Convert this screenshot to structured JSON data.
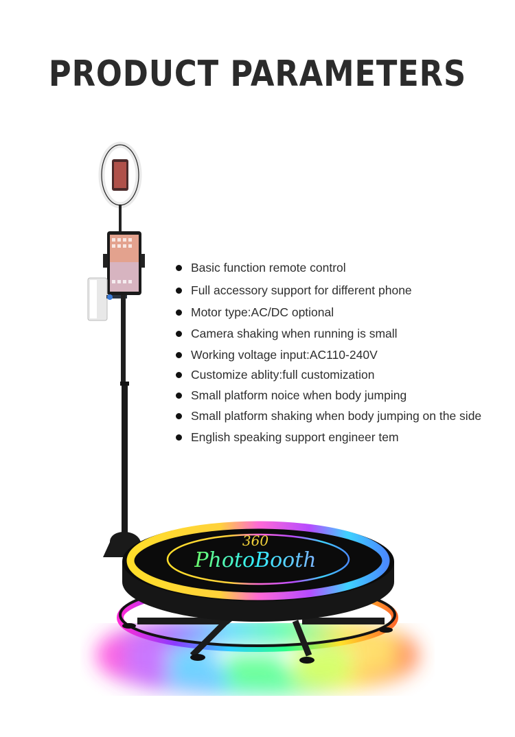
{
  "header": {
    "title": "PRODUCT PARAMETERS"
  },
  "specs": [
    "Basic function remote control",
    "Full accessory support for different phone",
    "Motor type:AC/DC optional",
    "Camera shaking when running is small",
    "Working voltage input:AC110-240V",
    "Customize ablity:full customization",
    "Small platform noice when body jumping",
    "Small platform shaking when body jumping on the side",
    "English speaking support engineer tem"
  ],
  "platform_logo": {
    "line1": "360",
    "line2": "PhotoBooth"
  }
}
